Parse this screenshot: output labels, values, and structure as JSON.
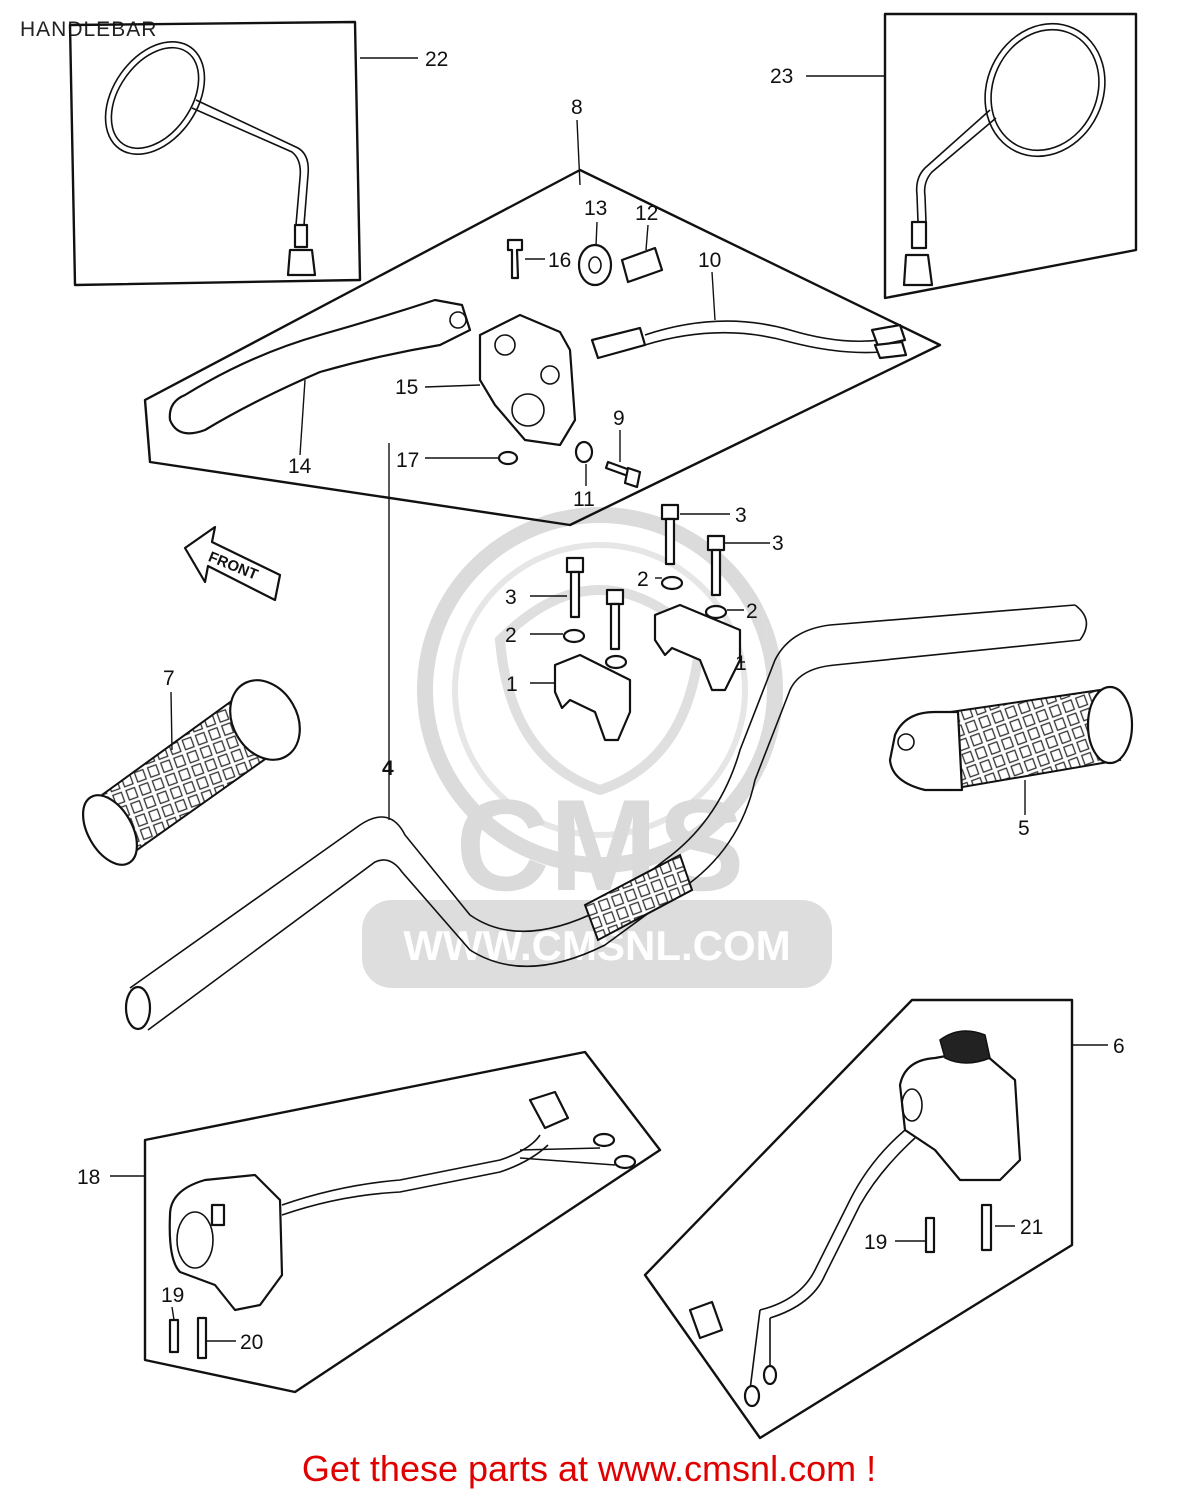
{
  "page": {
    "title": "HANDLEBAR",
    "footer_link": "Get these parts at www.cmsnl.com !",
    "footer_color": "#e00000"
  },
  "watermark": {
    "brand": "CMS",
    "url": "WWW.CMSNL.COM",
    "color": "#d8d8d8"
  },
  "direction_arrow": {
    "label": "FRONT"
  },
  "part_labels": {
    "p1a": "1",
    "p1b": "1",
    "p2a": "2",
    "p2b": "2",
    "p2c": "2",
    "p3a": "3",
    "p3b": "3",
    "p3c": "3",
    "p4": "4",
    "p5": "5",
    "p6": "6",
    "p7": "7",
    "p8": "8",
    "p9": "9",
    "p10": "10",
    "p11": "11",
    "p12": "12",
    "p13": "13",
    "p14": "14",
    "p15": "15",
    "p16": "16",
    "p17": "17",
    "p18": "18",
    "p19a": "19",
    "p19b": "19",
    "p20": "20",
    "p21": "21",
    "p22": "22",
    "p23": "23"
  }
}
